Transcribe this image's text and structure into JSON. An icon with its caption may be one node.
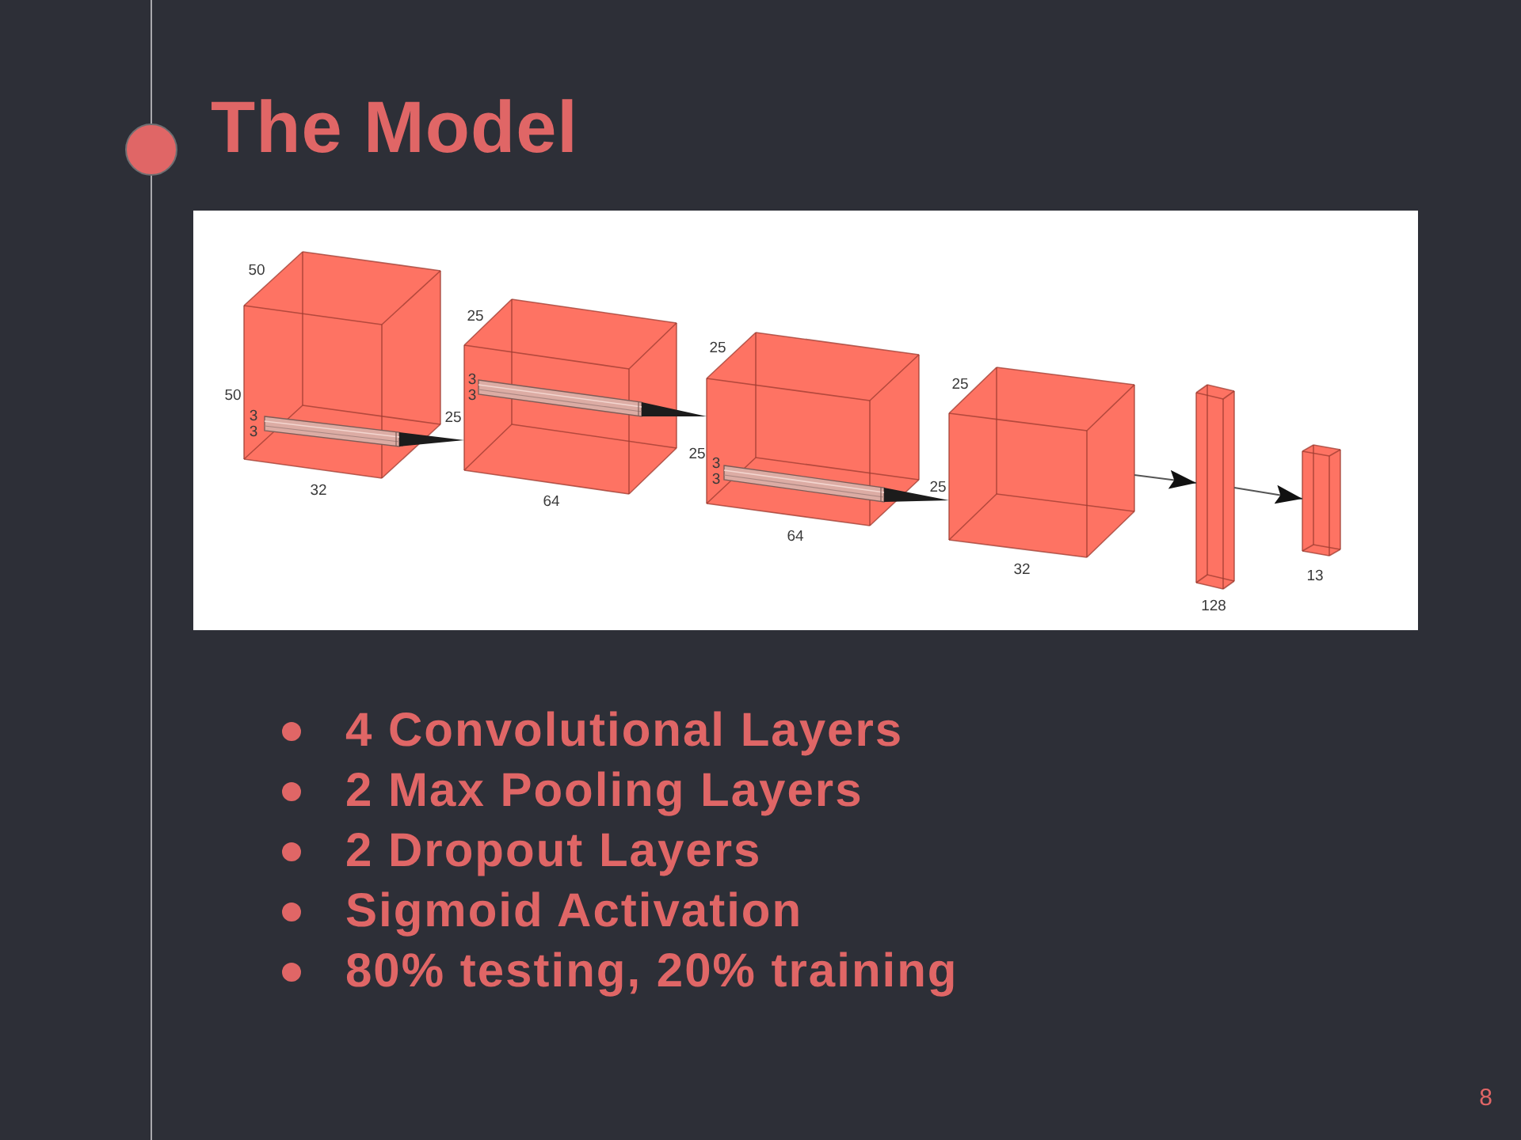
{
  "diagram": {
    "title": "The Model",
    "nodes": [
      {
        "text": [],
        "shape": "cuboid",
        "beside": [
          "50",
          "50",
          "32"
        ]
      },
      {
        "text": [],
        "shape": "bar",
        "in": 0,
        "beside": [
          "3",
          "3"
        ]
      },
      {
        "text": [],
        "shape": "cuboid",
        "beside": [
          "25",
          "25",
          "64"
        ]
      },
      {
        "text": [],
        "shape": "bar",
        "in": 2,
        "beside": [
          "3",
          "3"
        ]
      },
      {
        "text": [],
        "shape": "cuboid",
        "beside": [
          "25",
          "25",
          "64"
        ]
      },
      {
        "text": [],
        "shape": "bar",
        "in": 4,
        "beside": [
          "3",
          "3"
        ]
      },
      {
        "text": [],
        "shape": "cuboid",
        "beside": [
          "25",
          "25",
          "32"
        ]
      },
      {
        "text": [],
        "shape": "cuboid",
        "beside": [
          "128"
        ]
      },
      {
        "text": [],
        "shape": "cuboid",
        "beside": [
          "13"
        ]
      }
    ],
    "edges": [
      {
        "from": 1,
        "to": 2,
        "arrow": "to",
        "style": "thick"
      },
      {
        "from": 3,
        "to": 4,
        "arrow": "to",
        "style": "thick"
      },
      {
        "from": 5,
        "to": 6,
        "arrow": "to",
        "style": "thick"
      },
      {
        "from": 6,
        "to": 7,
        "arrow": "to"
      },
      {
        "from": 7,
        "to": 8,
        "arrow": "to"
      }
    ],
    "labels": [
      "4 Convolutional Layers",
      "2 Max Pooling Layers",
      "2 Dropout Layers",
      "Sigmoid Activation",
      "80% testing, 20% training",
      "8"
    ]
  }
}
